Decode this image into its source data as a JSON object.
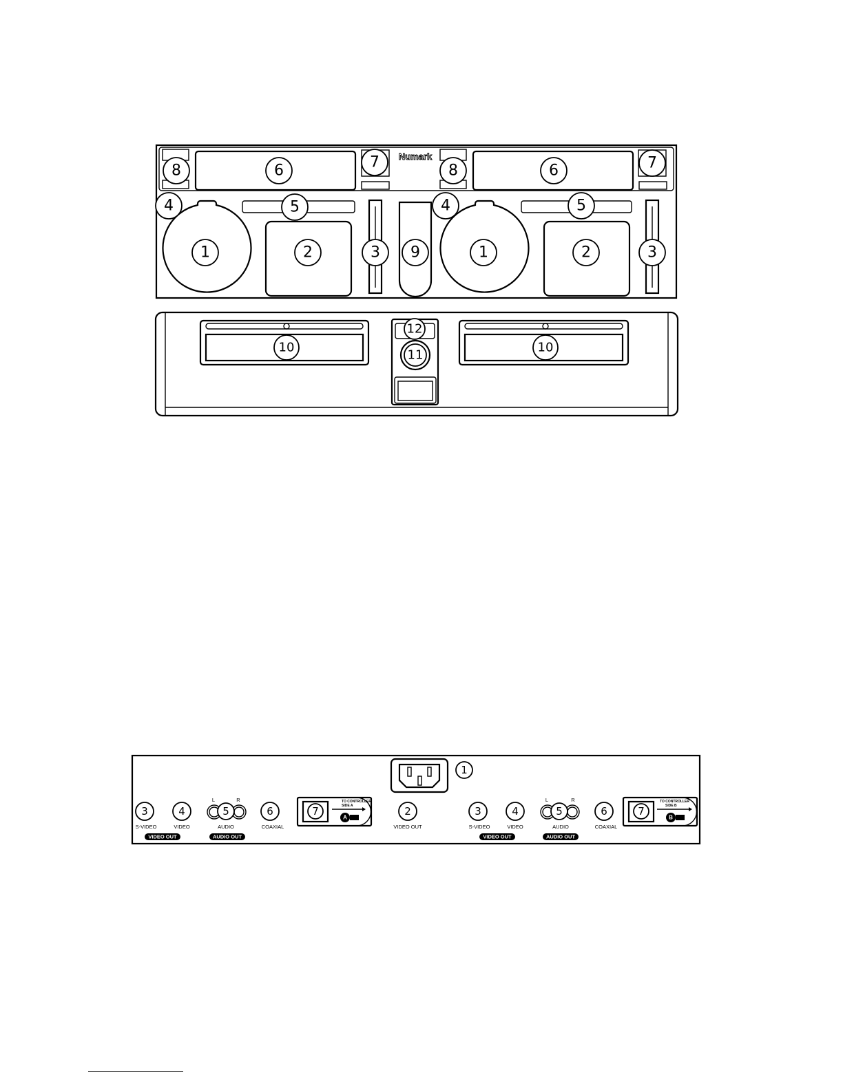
{
  "front_panel": {
    "brand": "Numark",
    "callouts": {
      "jog_wheel": "1",
      "pad": "2",
      "pitch_slider": "3",
      "jog_label": "4",
      "strip": "5",
      "display": "6",
      "button_right": "7",
      "button_left": "8",
      "center_knob": "9"
    }
  },
  "transport_unit": {
    "callouts": {
      "disc_slot": "10",
      "power_button": "11",
      "eject_switch": "12"
    }
  },
  "rear_panel": {
    "callouts": {
      "power_inlet": "1",
      "video_out": "2",
      "s_video": "3",
      "video": "4",
      "audio": "5",
      "coaxial": "6",
      "controller_port": "7"
    },
    "labels": {
      "s_video": "S-VIDEO",
      "video": "VIDEO",
      "audio": "AUDIO",
      "coaxial": "COAXIAL",
      "video_out": "VIDEO OUT",
      "channel_left": "L",
      "channel_right": "R",
      "video_out_pill": "VIDEO OUT",
      "audio_out_pill": "AUDIO OUT"
    },
    "controller_a": {
      "text_line1": "TO CONTROLLER",
      "text_line2": "SIDE A",
      "badge": "A"
    },
    "controller_b": {
      "text_line1": "TO CONTROLLER",
      "text_line2": "SIDE B",
      "badge": "B"
    }
  }
}
